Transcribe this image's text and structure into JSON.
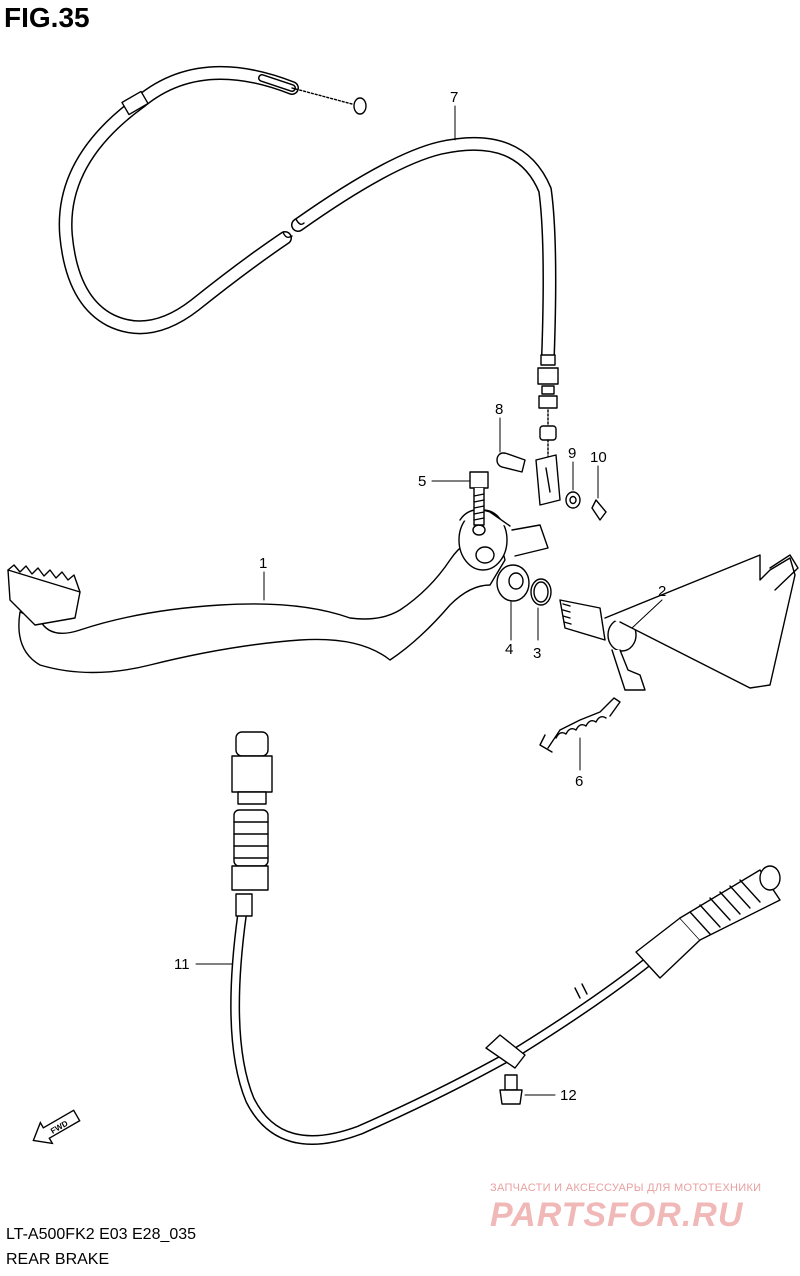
{
  "figure": {
    "title": "FIG.35",
    "model_line": "LT-A500FK2 E03 E28_035",
    "name_line": "REAR BRAKE"
  },
  "callouts": [
    "1",
    "2",
    "3",
    "4",
    "5",
    "6",
    "7",
    "8",
    "9",
    "10",
    "11",
    "12"
  ],
  "direction_arrow": {
    "label": "FWD",
    "icon": "fwd-arrow-icon"
  },
  "watermark": {
    "tagline": "ЗАПЧАСТИ И АКСЕССУАРЫ ДЛЯ МОТОТЕХНИКИ",
    "brand": "PARTSFOR.RU",
    "color": "#f1b8b8"
  },
  "colors": {
    "line": "#000000",
    "background": "#ffffff"
  }
}
